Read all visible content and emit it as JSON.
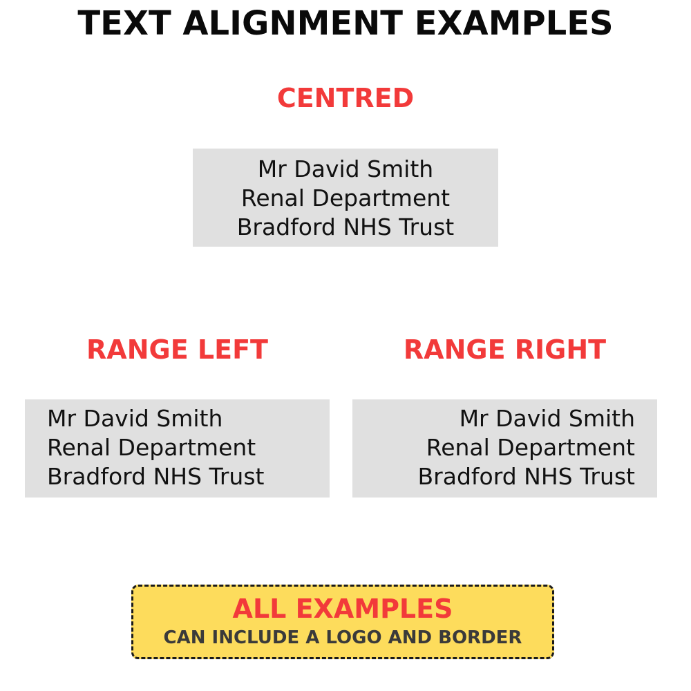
{
  "title": "TEXT ALIGNMENT EXAMPLES",
  "examples": {
    "centred": {
      "heading": "CENTRED",
      "lines": [
        "Mr David Smith",
        "Renal Department",
        "Bradford NHS Trust"
      ]
    },
    "range_left": {
      "heading": "RANGE LEFT",
      "lines": [
        "Mr David Smith",
        "Renal Department",
        "Bradford NHS Trust"
      ]
    },
    "range_right": {
      "heading": "RANGE RIGHT",
      "lines": [
        "Mr David Smith",
        "Renal Department",
        "Bradford NHS Trust"
      ]
    }
  },
  "note": {
    "main": "ALL EXAMPLES",
    "sub": "CAN INCLUDE A LOGO AND BORDER"
  },
  "colors": {
    "heading_red": "#f23a3a",
    "box_grey": "#e0e0e0",
    "note_yellow": "#fddc5c"
  }
}
